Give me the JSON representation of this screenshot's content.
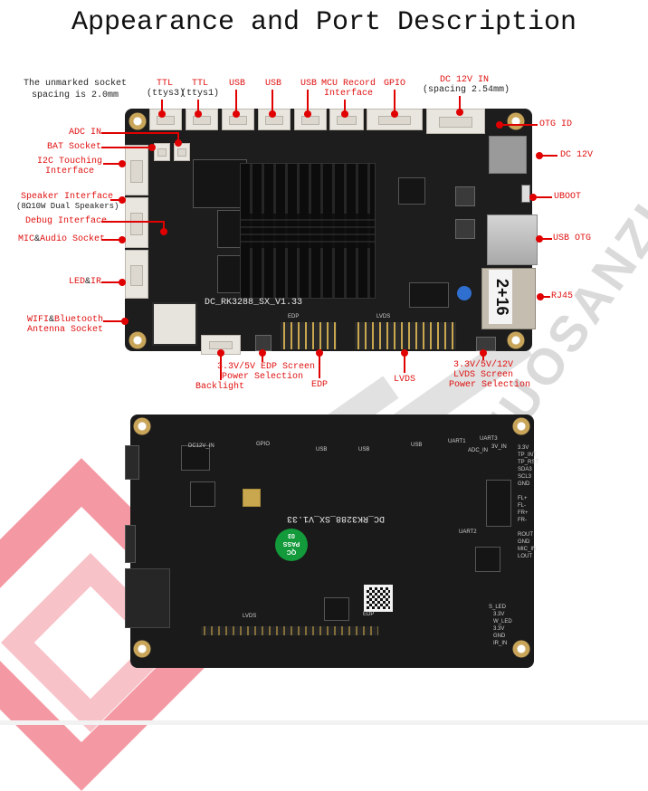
{
  "title": "Appearance and Port Description",
  "note": {
    "line1": "The unmarked socket",
    "line2": "spacing is 2.0mm"
  },
  "top_labels": [
    {
      "id": "ttl-ttys3",
      "line1": "TTL",
      "line2": "(ttys3)"
    },
    {
      "id": "ttl-ttys1",
      "line1": "TTL",
      "line2": "(ttys1)"
    },
    {
      "id": "usb-1",
      "line1": "USB"
    },
    {
      "id": "usb-2",
      "line1": "USB"
    },
    {
      "id": "usb-3",
      "line1": "USB"
    },
    {
      "id": "mcu-record",
      "line1": "MCU Record",
      "line2": "Interface"
    },
    {
      "id": "gpio",
      "line1": "GPIO"
    },
    {
      "id": "dc-12v-in",
      "line1": "DC 12V IN",
      "line2": "(spacing 2.54mm)"
    }
  ],
  "left_labels": [
    {
      "id": "adc-in",
      "line1": "ADC IN"
    },
    {
      "id": "bat-socket",
      "line1": "BAT Socket"
    },
    {
      "id": "i2c-touch",
      "line1": "I2C Touching",
      "line2": "Interface"
    },
    {
      "id": "speaker",
      "line1": "Speaker Interface",
      "line2": "(8Ω10W Dual Speakers)"
    },
    {
      "id": "debug",
      "line1": "Debug Interface"
    },
    {
      "id": "mic-audio",
      "pre": "MIC",
      "amp": "&",
      "post": "Audio Socket"
    },
    {
      "id": "led-ir",
      "pre": "LED",
      "amp": "&",
      "post": "IR"
    },
    {
      "id": "wifi-bt",
      "pre": "WIFI",
      "amp": "&",
      "post": "Bluetooth",
      "line2": "Antenna Socket"
    }
  ],
  "right_labels": [
    {
      "id": "otg-id",
      "line1": "OTG ID"
    },
    {
      "id": "dc-12v",
      "line1": "DC 12V"
    },
    {
      "id": "uboot",
      "line1": "UBOOT"
    },
    {
      "id": "usb-otg",
      "line1": "USB OTG"
    },
    {
      "id": "rj45",
      "line1": "RJ45"
    }
  ],
  "bottom_labels": [
    {
      "id": "backlight",
      "line1": "Backlight"
    },
    {
      "id": "edp-power",
      "line1": "3.3V/5V EDP Screen",
      "line2": "Power Selection"
    },
    {
      "id": "edp",
      "line1": "EDP"
    },
    {
      "id": "lvds",
      "line1": "LVDS"
    },
    {
      "id": "lvds-power",
      "line1": "3.3V/5V/12V",
      "line2": "LVDS Screen",
      "line3": "Power Selection"
    }
  ],
  "board_top": {
    "model_silk": "DC_RK3288_SX_V1.33",
    "sticker": "2+16",
    "edp_silk": "EDP",
    "lvds_silk": "LVDS"
  },
  "board_bottom": {
    "model_silk": "DC_RK3288_SX_V1.33",
    "qc_sticker": {
      "line1": "QC",
      "line2": "PASS",
      "line3": "03"
    },
    "silk_labels": [
      "DC12V_IN",
      "GPIO",
      "USB",
      "USB",
      "USB",
      "UART1",
      "UART3",
      "ADC_IN",
      "3V_IN",
      "UART2",
      "LVDS",
      "EDP",
      "3.3V",
      "TP_INT",
      "TP_RST",
      "SDA3",
      "SCL3",
      "GND",
      "FL+",
      "FL-",
      "FR+",
      "FR-",
      "ROUT",
      "GND",
      "MIC_IN",
      "LOUT",
      "S_LED",
      "3.3V",
      "W_LED",
      "3.3V",
      "GND",
      "IR_IN"
    ]
  },
  "colors": {
    "label_red": "#e01010",
    "pcb_black": "#1b1b1b",
    "connector_white": "#e9e6e0",
    "qc_green": "#129a3b",
    "watermark_pink": "#eb465a"
  },
  "watermark": "NUOSANZI"
}
